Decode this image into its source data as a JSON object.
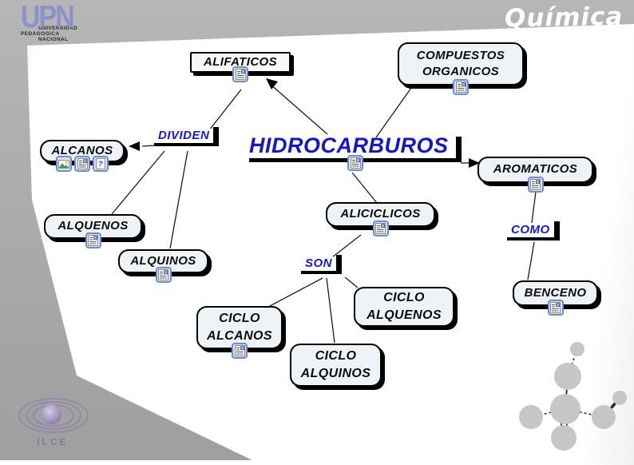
{
  "branding": {
    "university": {
      "monogram": "UPN",
      "name_lines": [
        "UNIVERSIDAD",
        "PEDAGOGICA",
        "NACIONAL"
      ]
    },
    "subject": "Química",
    "institute": "ILCE"
  },
  "concept_map": {
    "central": {
      "label": "HIDROCARBUROS"
    },
    "nodes": {
      "alifaticos": {
        "label": "ALIFATICOS",
        "icons": [
          "document"
        ]
      },
      "compuestos": {
        "label": "COMPUESTOS ORGANICOS",
        "icons": [
          "document"
        ]
      },
      "alcanos": {
        "label": "ALCANOS",
        "icons": [
          "picture",
          "document",
          "help"
        ]
      },
      "alquenos": {
        "label": "ALQUENOS",
        "icons": [
          "document"
        ]
      },
      "alquinos": {
        "label": "ALQUINOS",
        "icons": [
          "document"
        ]
      },
      "aliciclicos": {
        "label": "ALICICLICOS",
        "icons": [
          "document"
        ]
      },
      "aromaticos": {
        "label": "AROMATICOS",
        "icons": [
          "document"
        ]
      },
      "ciclo_alcanos": {
        "label": "CICLO ALCANOS",
        "icons": [
          "document"
        ]
      },
      "ciclo_alquenos": {
        "label": "CICLO ALQUENOS",
        "icons": []
      },
      "ciclo_alquinos": {
        "label": "CICLO ALQUINOS",
        "icons": []
      },
      "benceno": {
        "label": "BENCENO",
        "icons": [
          "document"
        ]
      }
    },
    "link_labels": {
      "dividen": {
        "label": "DIVIDEN"
      },
      "son": {
        "label": "SON"
      },
      "como": {
        "label": "COMO"
      }
    },
    "edges": [
      {
        "from": "HIDROCARBUROS",
        "to": "ALIFATICOS",
        "arrow": true
      },
      {
        "from": "COMPUESTOS ORGANICOS",
        "to": "HIDROCARBUROS",
        "arrow": false
      },
      {
        "from": "HIDROCARBUROS",
        "to": "AROMATICOS",
        "arrow": true
      },
      {
        "from": "HIDROCARBUROS",
        "to": "ALICICLICOS",
        "arrow": false
      },
      {
        "from": "ALIFATICOS",
        "to": "DIVIDEN",
        "arrow": false
      },
      {
        "from": "DIVIDEN",
        "to": "ALCANOS",
        "arrow": true
      },
      {
        "from": "DIVIDEN",
        "to": "ALQUENOS",
        "arrow": false
      },
      {
        "from": "DIVIDEN",
        "to": "ALQUINOS",
        "arrow": false
      },
      {
        "from": "ALICICLICOS",
        "to": "SON",
        "arrow": false
      },
      {
        "from": "SON",
        "to": "CICLO ALCANOS",
        "arrow": false
      },
      {
        "from": "SON",
        "to": "CICLO ALQUINOS",
        "arrow": false
      },
      {
        "from": "SON",
        "to": "CICLO ALQUENOS",
        "arrow": false
      },
      {
        "from": "AROMATICOS",
        "to": "COMO",
        "arrow": false
      },
      {
        "from": "COMO",
        "to": "BENCENO",
        "arrow": false
      }
    ]
  },
  "colors": {
    "accent_blue": "#1414d2",
    "node_fill": "#edf3f6",
    "background_gray": "#aaaaaa",
    "shadow": "#000000"
  }
}
